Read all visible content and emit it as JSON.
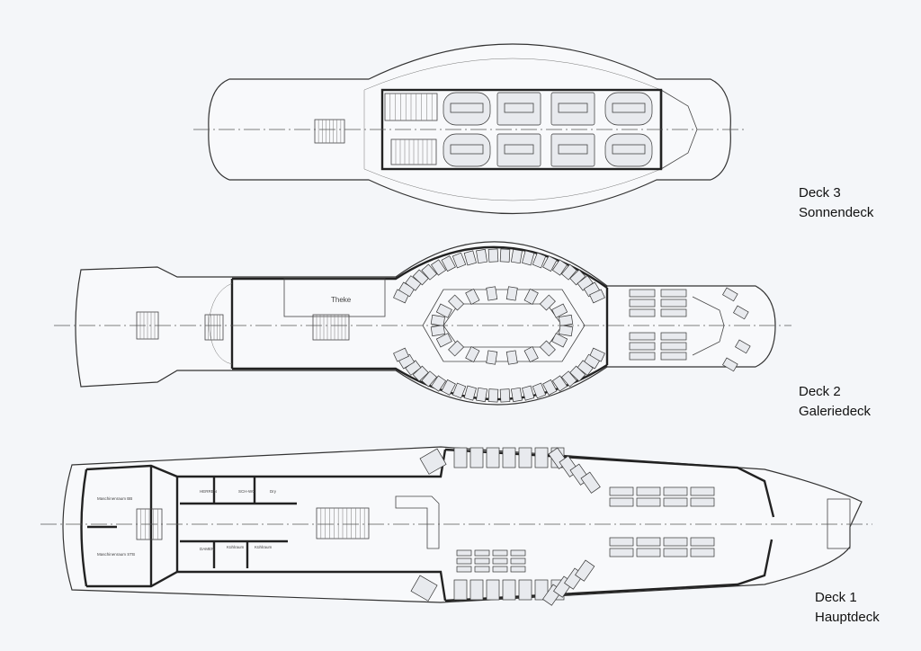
{
  "decks": [
    {
      "number": "Deck 3",
      "name": "Sonnendeck"
    },
    {
      "number": "Deck 2",
      "name": "Galeriedeck"
    },
    {
      "number": "Deck 1",
      "name": "Hauptdeck"
    }
  ],
  "deck2_labels": {
    "counter": "Theke"
  },
  "deck1_labels": {
    "engine_room_port": "Maschinenraum BB",
    "engine_room_starboard": "Maschinenraum STB",
    "mens_wc": "HERREN",
    "crew_wc": "SCH-WC",
    "dry": "Dry",
    "womens_wc": "DAMEN",
    "cold_room_1": "Kühlraum",
    "cold_room_2": "Kühlraum"
  }
}
